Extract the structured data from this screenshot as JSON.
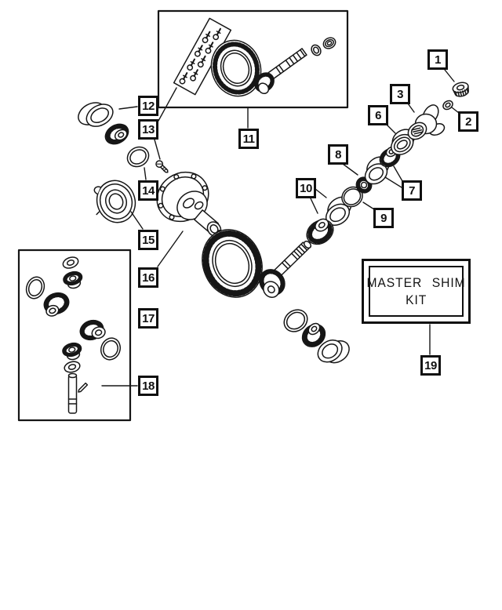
{
  "colors": {
    "background": "#ffffff",
    "ink": "#161616"
  },
  "callouts": {
    "c1": "1",
    "c2": "2",
    "c3": "3",
    "c6": "6",
    "c7": "7",
    "c8": "8",
    "c9": "9",
    "c10": "10",
    "c11": "11",
    "c12": "12",
    "c13": "13",
    "c14": "14",
    "c15": "15",
    "c16": "16",
    "c17": "17",
    "c18": "18",
    "c19": "19"
  },
  "kit_box": {
    "line1": "MASTER SHIM",
    "line2": "KIT"
  }
}
